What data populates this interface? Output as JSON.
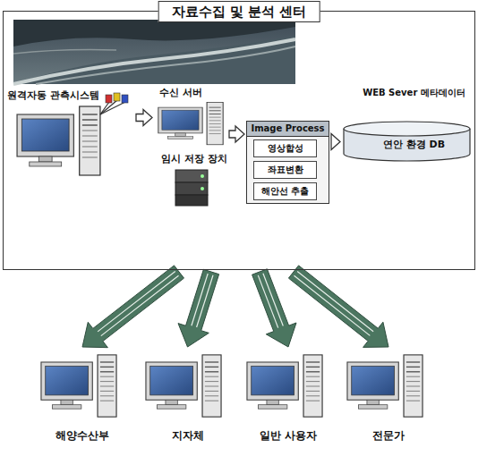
{
  "diagram": {
    "nodes": [
      {
        "text": [
          "자료수집 및 분석 센터"
        ]
      },
      {
        "text": [
          "원격자동 관측시스템"
        ],
        "in": 0
      },
      {
        "text": [
          "수신 서버"
        ],
        "in": 0
      },
      {
        "text": [
          "임시 저장 장치"
        ],
        "in": 0
      },
      {
        "text": [
          "Image Process"
        ],
        "in": 0
      },
      {
        "text": [
          "영상합성"
        ],
        "in": 4
      },
      {
        "text": [
          "좌표변환"
        ],
        "in": 4
      },
      {
        "text": [
          "해안선 추출"
        ],
        "in": 4
      },
      {
        "text": [
          "WEB Sever 메타데이터",
          "연안 환경 DB"
        ],
        "in": 0
      },
      {
        "text": [
          "해양수산부"
        ]
      },
      {
        "text": [
          "지자체"
        ]
      },
      {
        "text": [
          "일반 사용자"
        ]
      },
      {
        "text": [
          "전문가"
        ]
      }
    ],
    "edges": [
      {
        "from": 1,
        "to": 2,
        "arrow": "to"
      },
      {
        "from": 2,
        "to": 4,
        "arrow": "to"
      },
      {
        "from": 4,
        "to": 8,
        "arrow": "to"
      },
      {
        "from": 0,
        "to": 9,
        "arrow": "to"
      },
      {
        "from": 0,
        "to": 10,
        "arrow": "to"
      },
      {
        "from": 0,
        "to": 11,
        "arrow": "to"
      },
      {
        "from": 0,
        "to": 12,
        "arrow": "to"
      }
    ]
  }
}
